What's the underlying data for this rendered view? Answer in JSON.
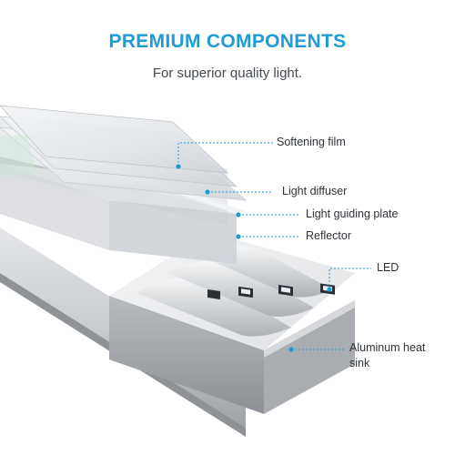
{
  "header": {
    "title": "PREMIUM COMPONENTS",
    "subtitle": "For superior quality light."
  },
  "colors": {
    "accent": "#1f9bd6",
    "text": "#2f3338"
  },
  "callouts": [
    {
      "id": "softening-film",
      "label": "Softening film"
    },
    {
      "id": "light-diffuser",
      "label": "Light diffuser"
    },
    {
      "id": "light-guiding-plate",
      "label": "Light guiding plate"
    },
    {
      "id": "reflector",
      "label": "Reflector"
    },
    {
      "id": "led",
      "label": "LED"
    },
    {
      "id": "aluminum-heat-sink",
      "label": "Aluminum heat sink"
    }
  ]
}
